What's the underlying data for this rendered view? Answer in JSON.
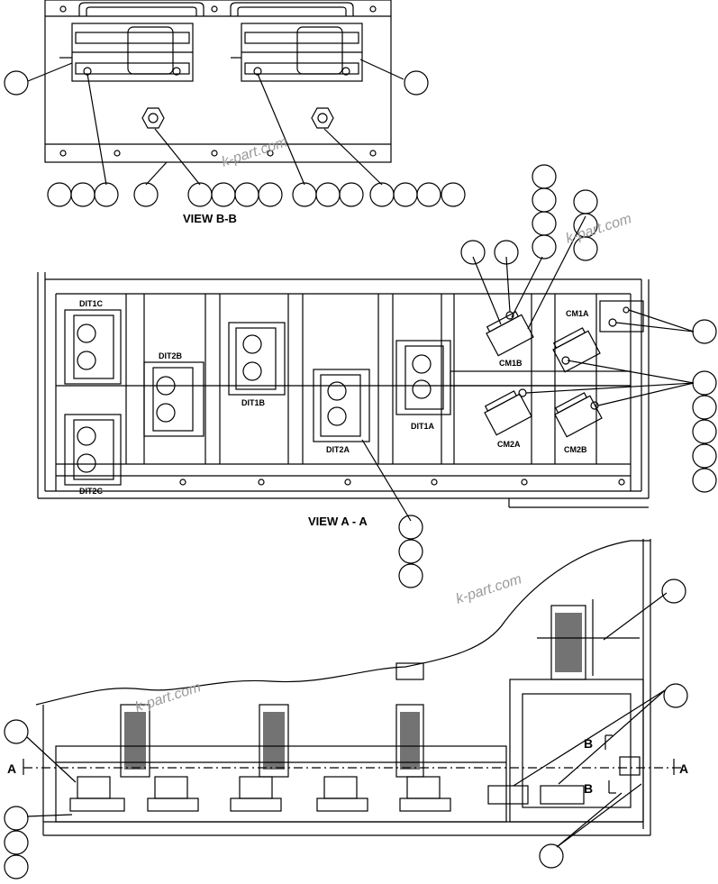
{
  "views": {
    "view_bb": "VIEW B-B",
    "view_aa": "VIEW A - A"
  },
  "components": {
    "dit1c": "DIT1C",
    "dit2b": "DIT2B",
    "dit1b": "DIT1B",
    "dit2a": "DIT2A",
    "dit1a": "DIT1A",
    "dit2c": "DIT2C",
    "cm1a": "CM1A",
    "cm1b": "CM1B",
    "cm2a": "CM2A",
    "cm2b": "CM2B"
  },
  "section_markers": {
    "a_left": "A",
    "a_right": "A",
    "b_upper": "B",
    "b_lower": "B"
  },
  "watermark": "k-part.com",
  "colors": {
    "line": "#000000",
    "watermark": "#9a9a9a",
    "background": "#ffffff"
  }
}
